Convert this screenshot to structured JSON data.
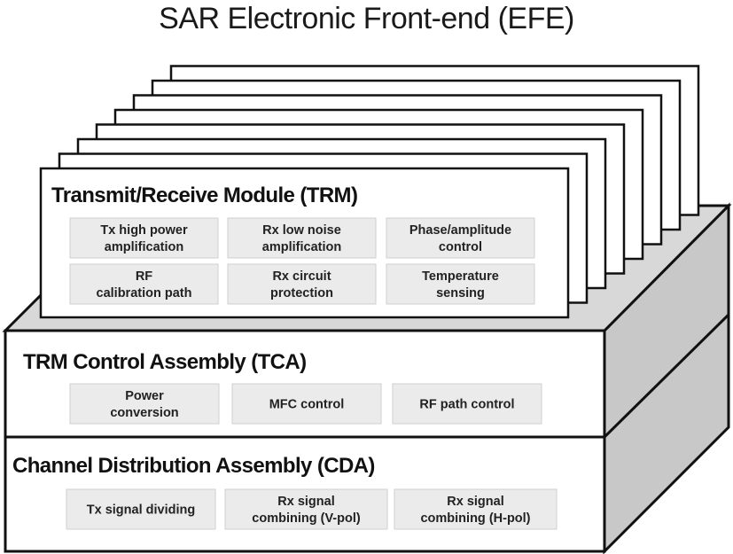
{
  "title": "SAR Electronic Front-end (EFE)",
  "trm": {
    "title": "Transmit/Receive Module (TRM)",
    "functions": [
      [
        "Tx high power",
        "amplification"
      ],
      [
        "Rx low noise",
        "amplification"
      ],
      [
        "Phase/amplitude",
        "control"
      ],
      [
        "RF",
        "calibration path"
      ],
      [
        "Rx circuit",
        "protection"
      ],
      [
        "Temperature",
        "sensing"
      ]
    ]
  },
  "tca": {
    "title": "TRM Control Assembly (TCA)",
    "functions": [
      [
        "Power",
        "conversion"
      ],
      [
        "MFC control"
      ],
      [
        "RF path control"
      ]
    ]
  },
  "cda": {
    "title": "Channel Distribution Assembly (CDA)",
    "functions": [
      [
        "Tx signal dividing"
      ],
      [
        "Rx signal",
        "combining (V-pol)"
      ],
      [
        "Rx signal",
        "combining (H-pol)"
      ]
    ]
  },
  "colors": {
    "cell_fill": "#ebebeb",
    "side_fill": "#c8c8c8",
    "top_fill": "#d8d8d8",
    "line": "#111111"
  }
}
